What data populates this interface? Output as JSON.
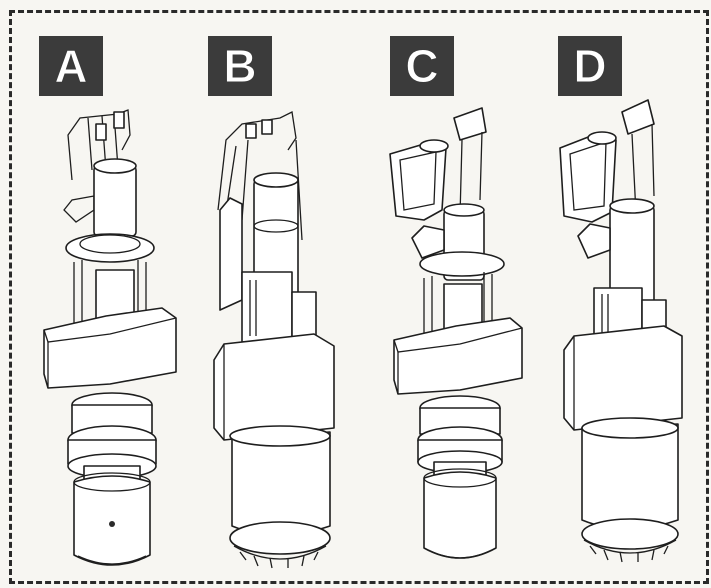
{
  "panels": [
    {
      "label": "A"
    },
    {
      "label": "B"
    },
    {
      "label": "C"
    },
    {
      "label": "D"
    }
  ],
  "colors": {
    "ink": "#1e1e1e",
    "badge": "#3b3b3b",
    "paper": "#f7f6f2"
  }
}
